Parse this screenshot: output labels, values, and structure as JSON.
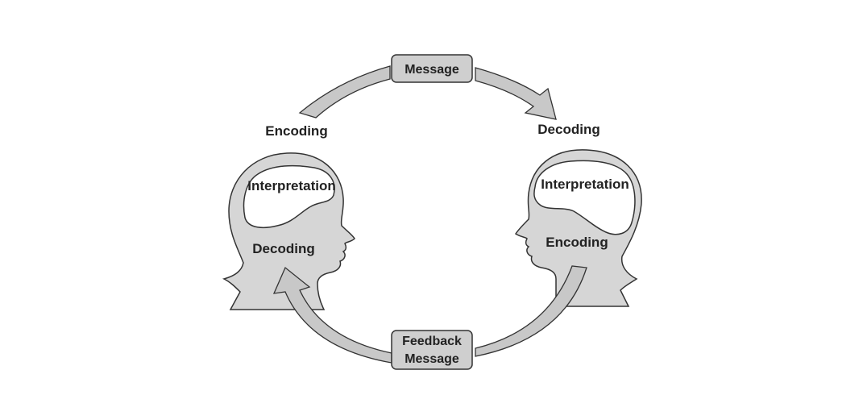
{
  "diagram": {
    "message_box": {
      "label": "Message"
    },
    "feedback_box": {
      "line1": "Feedback",
      "line2": "Message"
    },
    "left_person": {
      "top_label": "Encoding",
      "brain_label": "Interpretation",
      "head_label": "Decoding"
    },
    "right_person": {
      "top_label": "Decoding",
      "brain_label": "Interpretation",
      "head_label": "Encoding"
    },
    "colors": {
      "head_fill": "#d6d6d6",
      "brain_fill": "#ffffff",
      "arrow_fill": "#c8c8c8",
      "outline": "#333333",
      "box_fill": "#cfcfcf"
    }
  }
}
